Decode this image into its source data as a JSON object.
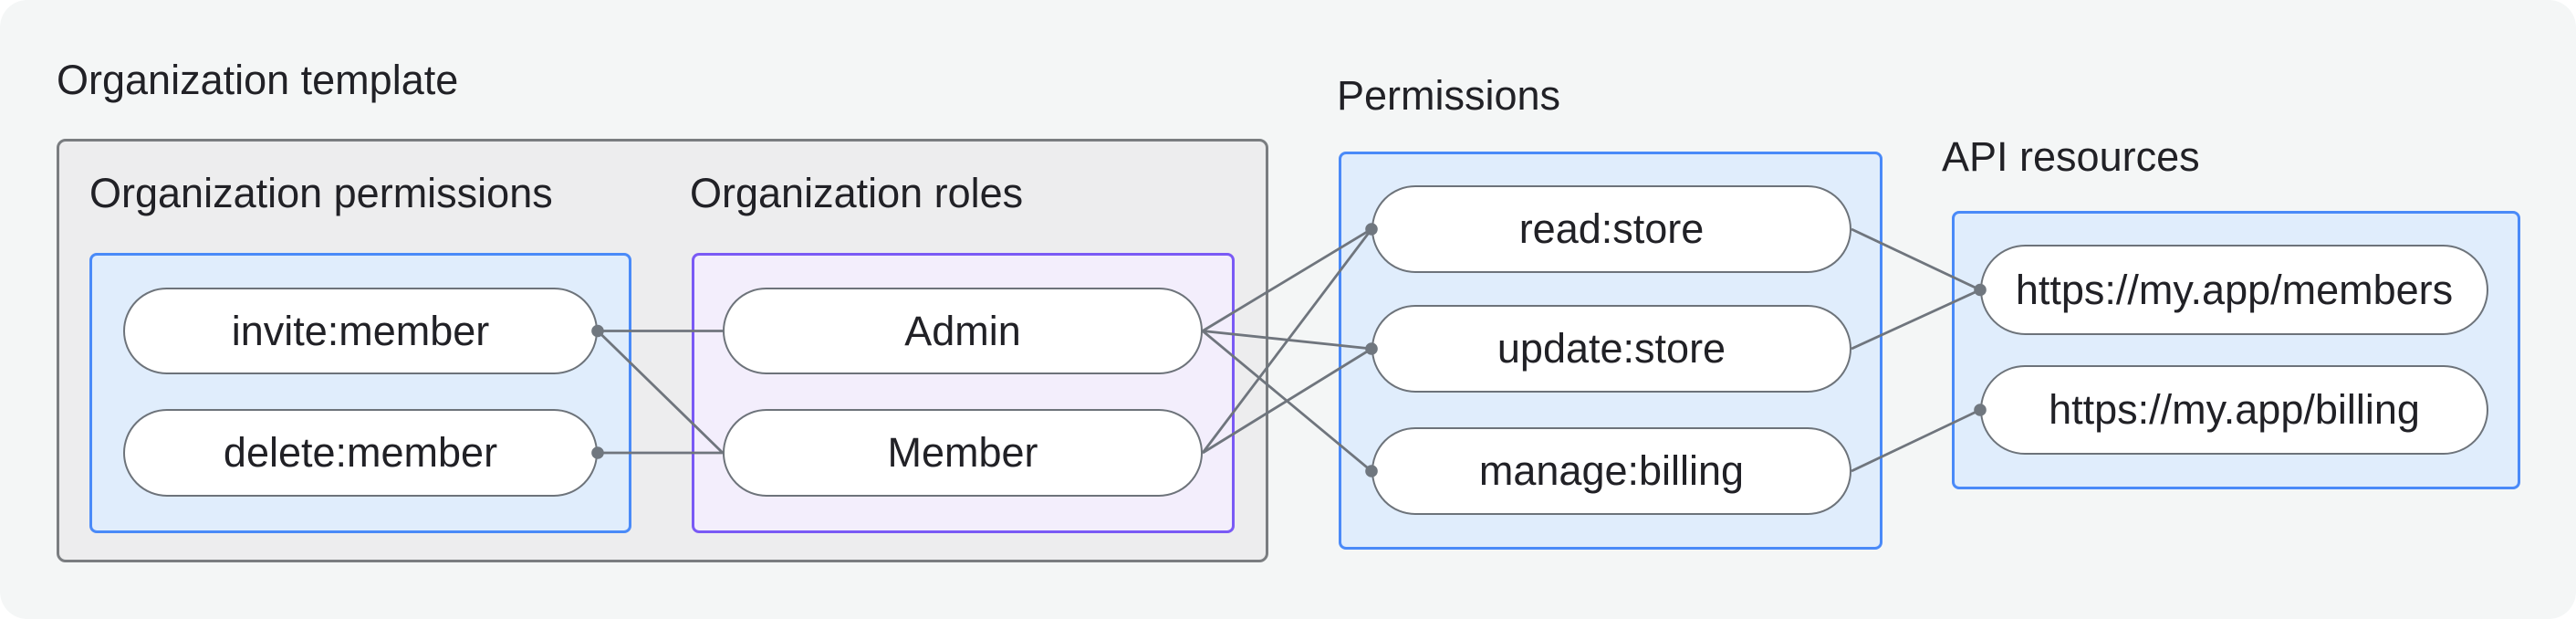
{
  "title": "Organization template",
  "groups": [
    {
      "id": "org-permissions",
      "label": "Organization permissions",
      "style": "blue",
      "nodes": [
        {
          "id": "invite-member",
          "label": "invite:member",
          "dot": "right"
        },
        {
          "id": "delete-member",
          "label": "delete:member",
          "dot": "right"
        }
      ]
    },
    {
      "id": "org-roles",
      "label": "Organization roles",
      "style": "purple",
      "nodes": [
        {
          "id": "admin",
          "label": "Admin",
          "dot": null
        },
        {
          "id": "member",
          "label": "Member",
          "dot": null
        }
      ]
    },
    {
      "id": "permissions",
      "label": "Permissions",
      "style": "blue",
      "nodes": [
        {
          "id": "read-store",
          "label": "read:store",
          "dot": "left"
        },
        {
          "id": "update-store",
          "label": "update:store",
          "dot": "left"
        },
        {
          "id": "manage-billing",
          "label": "manage:billing",
          "dot": "left"
        }
      ]
    },
    {
      "id": "api-resources",
      "label": "API resources",
      "style": "blue",
      "nodes": [
        {
          "id": "api-members",
          "label": "https://my.app/members",
          "dot": "left"
        },
        {
          "id": "api-billing",
          "label": "https://my.app/billing",
          "dot": "left"
        }
      ]
    }
  ],
  "edges": [
    {
      "from": "invite-member",
      "to": "admin"
    },
    {
      "from": "invite-member",
      "to": "member"
    },
    {
      "from": "delete-member",
      "to": "member"
    },
    {
      "from": "admin",
      "to": "read-store"
    },
    {
      "from": "admin",
      "to": "update-store"
    },
    {
      "from": "admin",
      "to": "manage-billing"
    },
    {
      "from": "member",
      "to": "read-store"
    },
    {
      "from": "member",
      "to": "update-store"
    },
    {
      "from": "read-store",
      "to": "api-members"
    },
    {
      "from": "update-store",
      "to": "api-members"
    },
    {
      "from": "manage-billing",
      "to": "api-billing"
    }
  ],
  "colors": {
    "page_background": "#f4f6f6",
    "template_box_fill": "#ededee",
    "template_box_border": "#7a7d80",
    "blue_box_fill": "#e0edfc",
    "blue_box_border": "#4a8af8",
    "purple_box_fill": "#f3eefc",
    "purple_box_border": "#7a5af5",
    "node_fill": "#ffffff",
    "node_border": "#6d737a",
    "edge_line": "#6f757d",
    "edge_dot": "#70777f",
    "text": "#212126"
  }
}
